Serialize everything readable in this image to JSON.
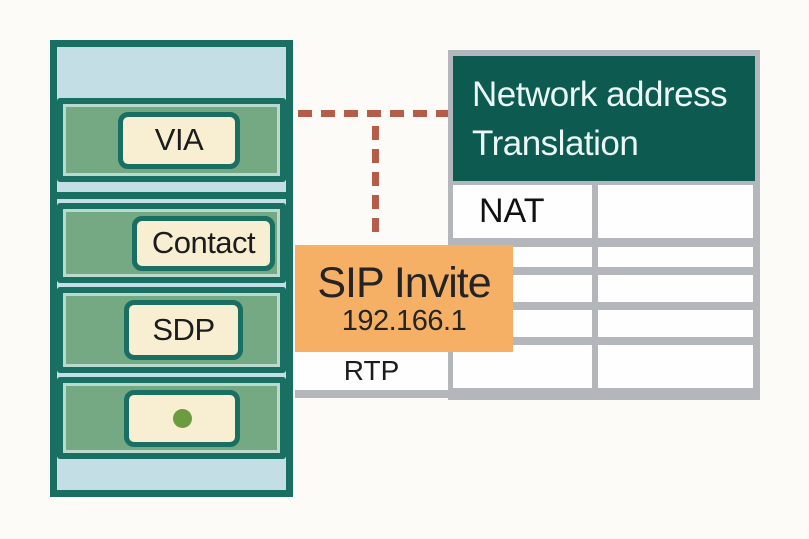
{
  "packet": {
    "rows": [
      {
        "id": "via",
        "label": "VIA"
      },
      {
        "id": "contact",
        "label": "Contact"
      },
      {
        "id": "sdp",
        "label": "SDP"
      },
      {
        "id": "media",
        "label": "",
        "icon": "green-dot"
      }
    ]
  },
  "sip_message": {
    "title": "SIP Invite",
    "address": "192.166.1"
  },
  "rtp": {
    "label": "RTP"
  },
  "nat_table": {
    "title": "Network address Translation",
    "rows": [
      {
        "left": "NAT",
        "right": ""
      },
      {
        "left": "",
        "right": ""
      },
      {
        "left": "",
        "right": ""
      },
      {
        "left": "",
        "right": ""
      },
      {
        "left": "",
        "right": ""
      }
    ]
  },
  "colors": {
    "teal_border": "#1a6f63",
    "teal_header": "#0c5a50",
    "light_blue": "#c3dee5",
    "green_row": "#74a983",
    "cream": "#f8efd3",
    "orange": "#f5b066",
    "dash_red": "#b65d4a",
    "table_gray": "#b3b6ba",
    "dot_green": "#6d9c40",
    "header_text": "#ecf8f5",
    "dark_text": "#1c1c1c"
  }
}
